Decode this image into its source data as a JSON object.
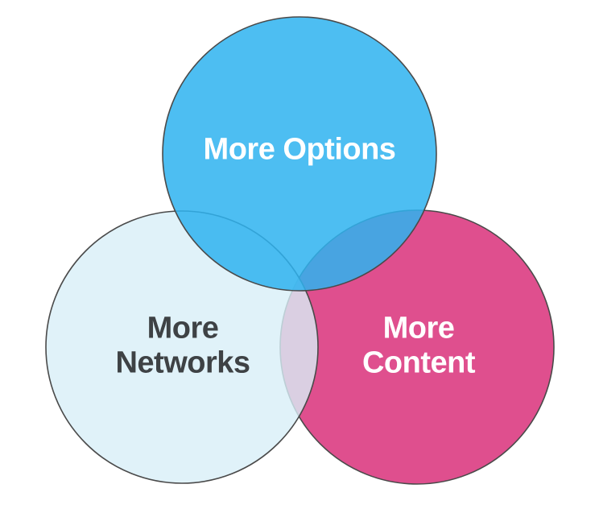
{
  "page": {
    "background": "#FFFFFF"
  },
  "diagram": {
    "type": "venn",
    "stroke_color": "#4A4A4A",
    "circles": [
      {
        "id": "options",
        "label": "More Options",
        "lines": [
          "More Options"
        ],
        "fill": "#2EB3F0",
        "fill_opacity": "0.85",
        "rendered_color": "#4DBEF2",
        "text_color": "#FFFFFF"
      },
      {
        "id": "networks",
        "label": "More Networks",
        "lines": [
          "More",
          "Networks"
        ],
        "fill": "#D8EFF8",
        "fill_opacity": "0.8",
        "rendered_color": "#E2F2F9",
        "text_color": "#3E4245"
      },
      {
        "id": "content",
        "label": "More Content",
        "lines": [
          "More",
          "Content"
        ],
        "fill": "#DF4F8E",
        "fill_opacity": "1",
        "rendered_color": "#DF4F8E",
        "text_color": "#FFFFFF"
      }
    ],
    "overlap_colors": {
      "networks_content": "#D9CFE3",
      "options_content": "#49A4E1",
      "options_networks": "#49BCF1"
    }
  }
}
